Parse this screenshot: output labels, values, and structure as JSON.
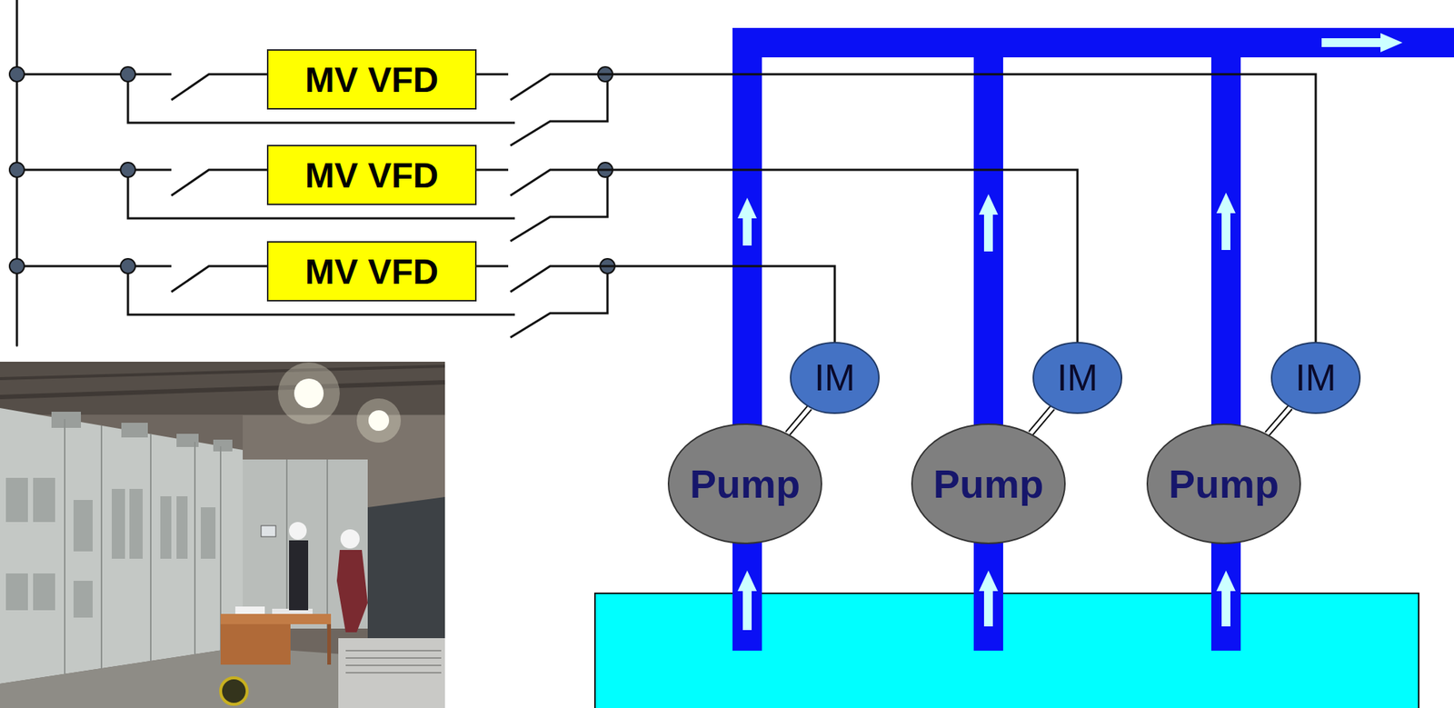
{
  "diagram": {
    "nodes": [
      {
        "text": [
          "MV VFD"
        ]
      },
      {
        "text": [
          "MV VFD"
        ]
      },
      {
        "text": [
          "MV VFD"
        ]
      },
      {
        "text": [
          "IM"
        ]
      },
      {
        "text": [
          "IM"
        ]
      },
      {
        "text": [
          "IM"
        ]
      },
      {
        "text": [
          "Pump"
        ]
      },
      {
        "text": [
          "Pump"
        ]
      },
      {
        "text": [
          "Pump"
        ]
      }
    ],
    "edges": [
      {
        "from": 0,
        "to": 5,
        "arrow": "none"
      },
      {
        "from": 1,
        "to": 4,
        "arrow": "none"
      },
      {
        "from": 2,
        "to": 3,
        "arrow": "none"
      },
      {
        "from": 3,
        "to": 6,
        "arrow": "none"
      },
      {
        "from": 4,
        "to": 7,
        "arrow": "none"
      },
      {
        "from": 5,
        "to": 8,
        "arrow": "none"
      }
    ]
  }
}
